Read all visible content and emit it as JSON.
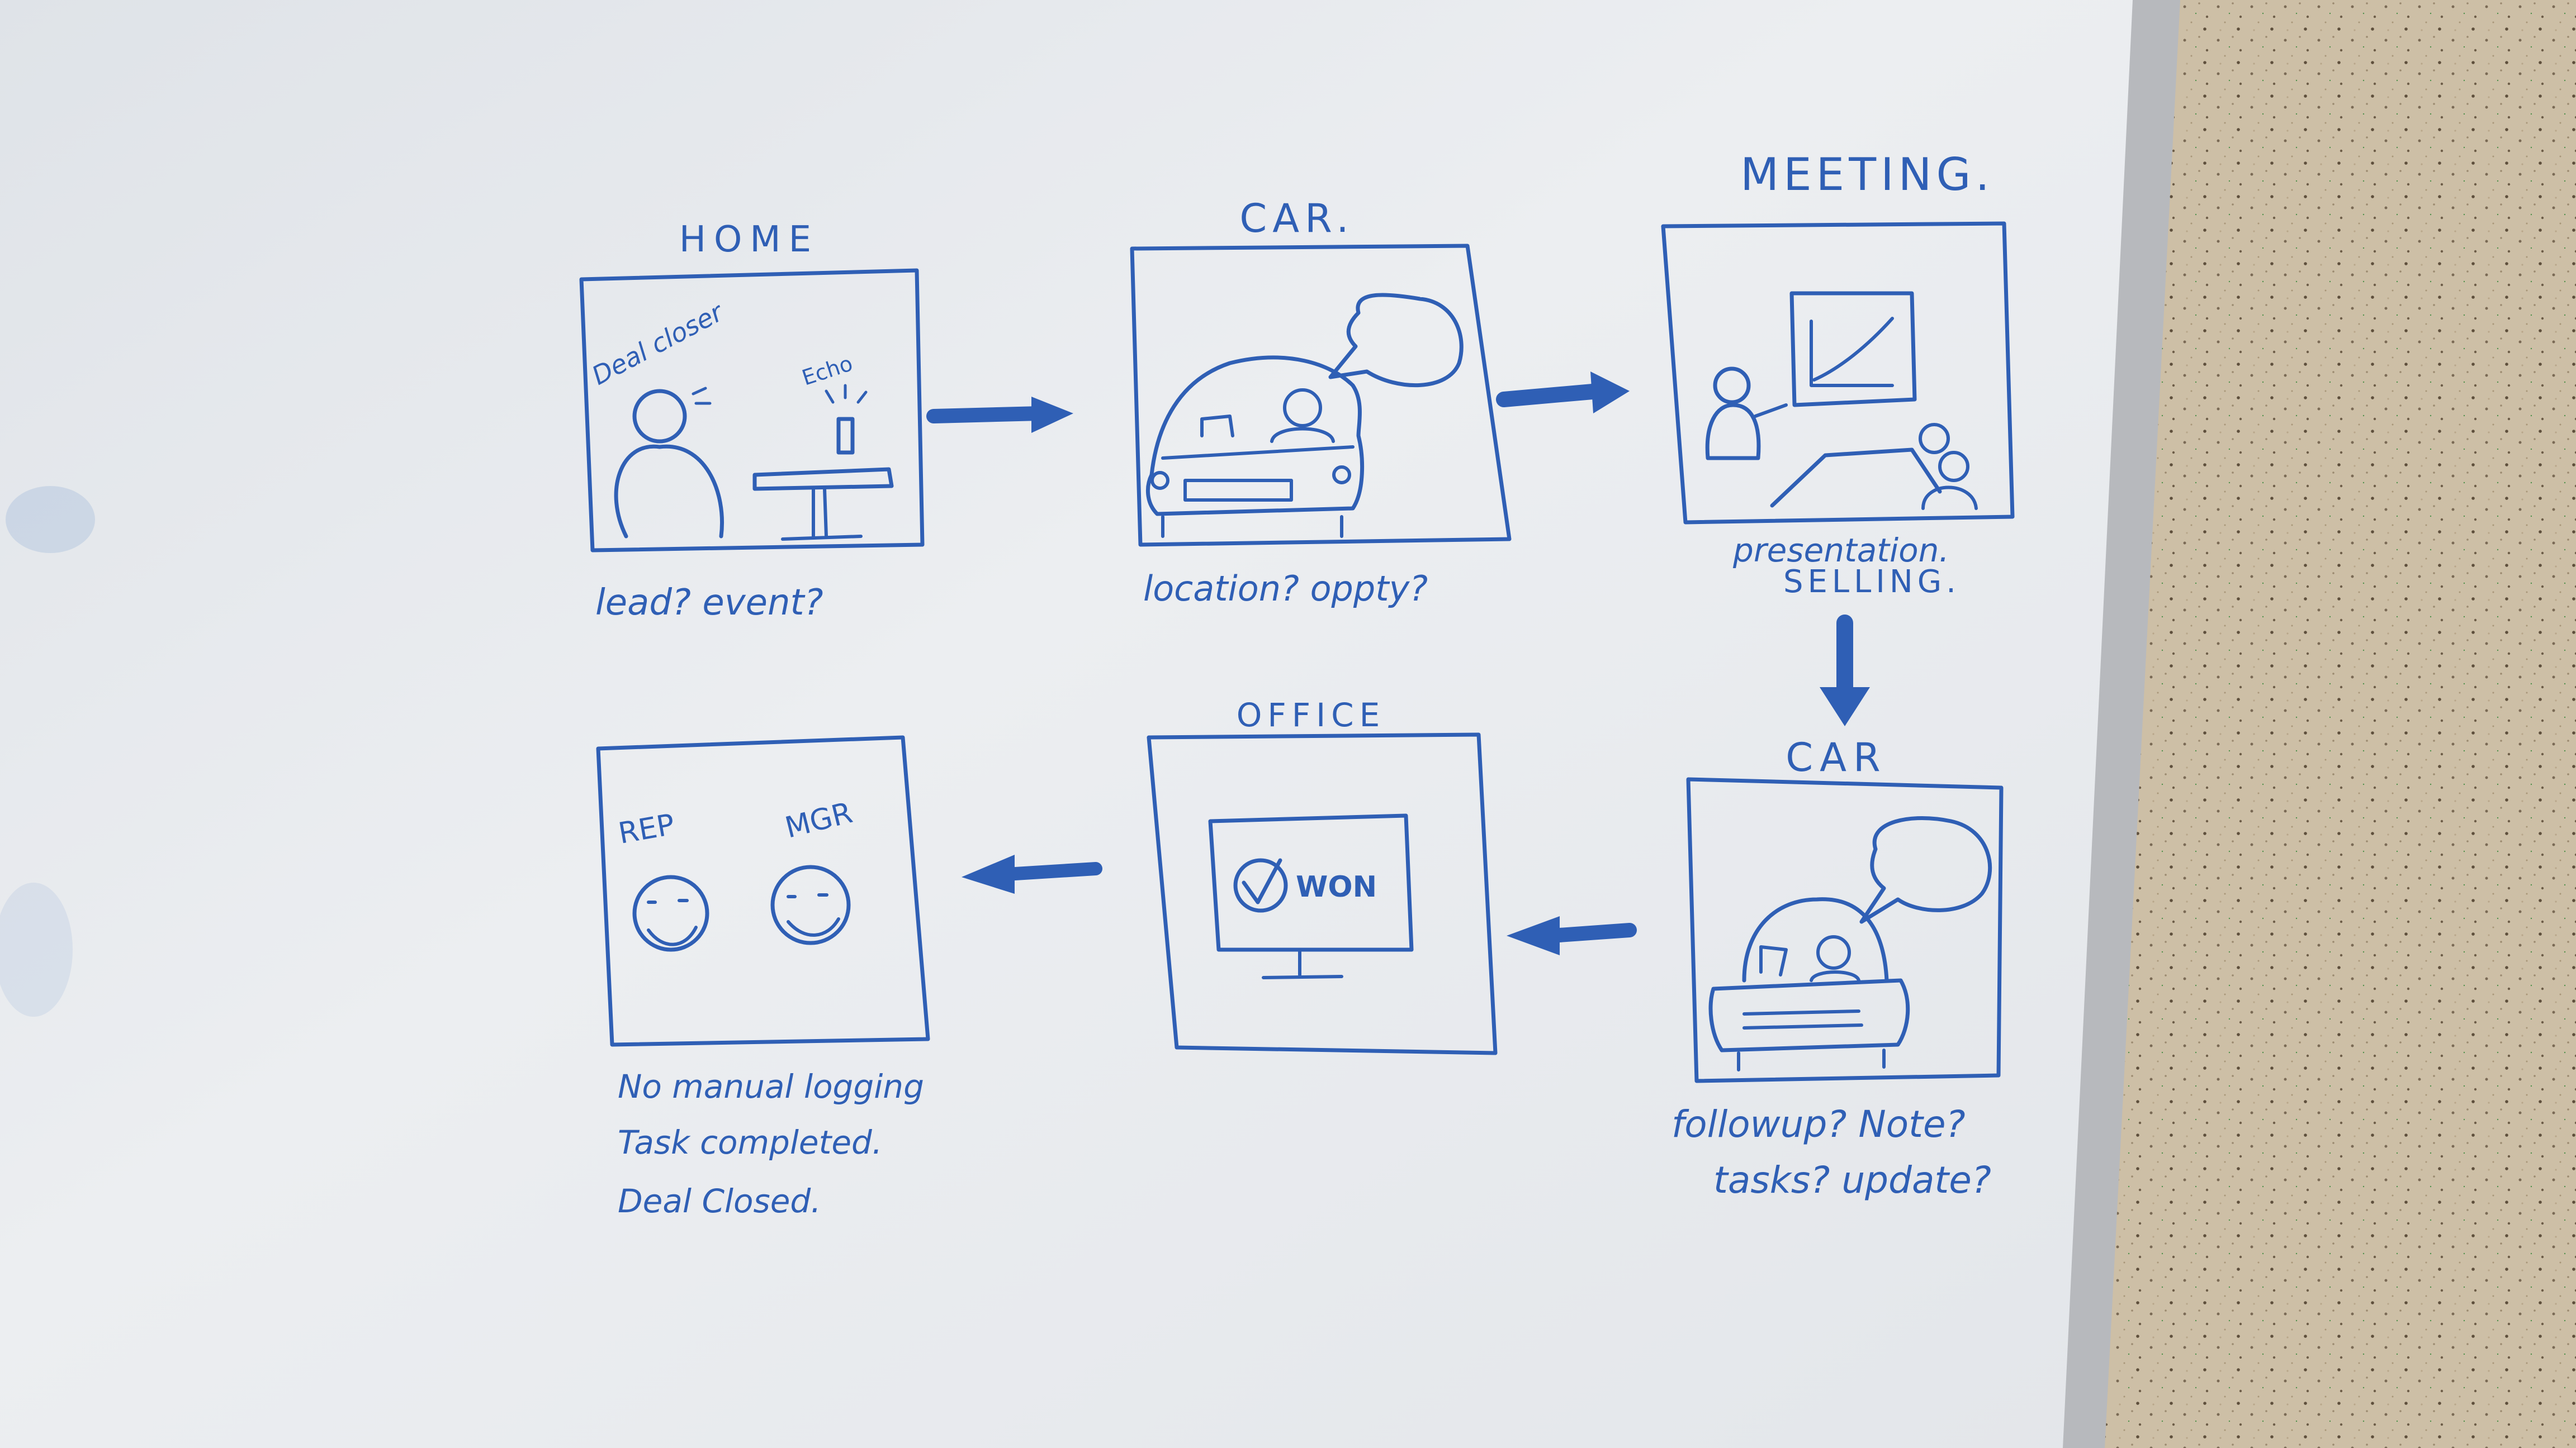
{
  "colors": {
    "ink": "#2f5fb5",
    "board": "#e8ebef",
    "wall": "#cbbfa9",
    "frame": "#b7b9bd"
  },
  "panels": {
    "home": {
      "title": "HOME",
      "person_label": "Deal closer",
      "device_label": "Echo",
      "caption_lines": [
        "lead? event?"
      ]
    },
    "car1": {
      "title": "CAR.",
      "caption_lines": [
        "location? oppty?"
      ]
    },
    "meeting": {
      "title": "MEETING.",
      "caption_lines": [
        "presentation.",
        "SELLING."
      ]
    },
    "car2": {
      "title": "CAR",
      "caption_lines": [
        "followup? Note?",
        "tasks? update?"
      ]
    },
    "office": {
      "title": "OFFICE",
      "monitor_text": "WON",
      "caption_lines": []
    },
    "result": {
      "title": "",
      "rep_label": "REP",
      "mgr_label": "MGR",
      "caption_lines": [
        "No manual logging",
        "Task completed.",
        "Deal Closed."
      ]
    }
  },
  "icons": [
    "speech-bubble-icon",
    "chart-icon",
    "checkmark-icon",
    "smiley-icon",
    "arrow-icon"
  ]
}
